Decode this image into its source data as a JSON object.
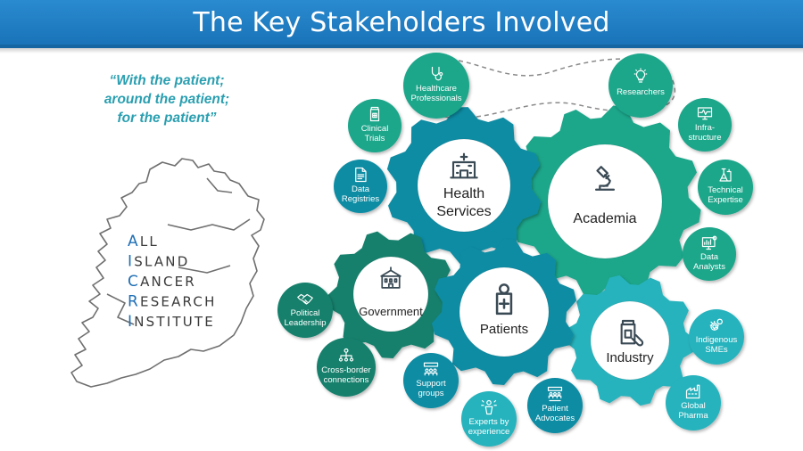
{
  "title": "The Key Stakeholders Involved",
  "quote": {
    "line1": "“With the patient;",
    "line2": "around the patient;",
    "line3": "for the patient”"
  },
  "logo": {
    "lines": [
      {
        "initial": "A",
        "rest": "LL"
      },
      {
        "initial": "I",
        "rest": "SLAND"
      },
      {
        "initial": "C",
        "rest": "ANCER"
      },
      {
        "initial": "R",
        "rest": "ESEARCH"
      },
      {
        "initial": "I",
        "rest": "NSTITUTE"
      }
    ]
  },
  "gears": {
    "health": {
      "line1": "Health",
      "line2": "Services",
      "icon": "hospital-icon"
    },
    "academia": {
      "label": "Academia",
      "icon": "microscope-icon"
    },
    "government": {
      "label": "Government",
      "icon": "government-building-icon"
    },
    "patients": {
      "label": "Patients",
      "icon": "patient-icon"
    },
    "industry": {
      "label": "Industry",
      "icon": "medicine-bottle-icon"
    }
  },
  "nodes": {
    "healthcare": {
      "line1": "Healthcare",
      "line2": "Professionals",
      "icon": "stethoscope-icon"
    },
    "researchers": {
      "line1": "Researchers",
      "icon": "lightbulb-icon"
    },
    "clinical": {
      "line1": "Clinical",
      "line2": "Trials",
      "icon": "pill-bottle-icon"
    },
    "registries": {
      "line1": "Data",
      "line2": "Registries",
      "icon": "document-icon"
    },
    "infra": {
      "line1": "Infra-",
      "line2": "structure",
      "icon": "monitor-icon"
    },
    "technical": {
      "line1": "Technical",
      "line2": "Expertise",
      "icon": "flask-icon"
    },
    "analysts": {
      "line1": "Data",
      "line2": "Analysts",
      "icon": "data-screen-icon"
    },
    "political": {
      "line1": "Political",
      "line2": "Leadership",
      "icon": "handshake-icon"
    },
    "crossborder": {
      "line1": "Cross-border",
      "line2": "connections",
      "icon": "network-icon"
    },
    "support": {
      "line1": "Support",
      "line2": "groups",
      "icon": "group-icon"
    },
    "experts": {
      "line1": "Experts by",
      "line2": "experience",
      "icon": "person-award-icon"
    },
    "advocates": {
      "line1": "Patient",
      "line2": "Advocates",
      "icon": "crowd-icon"
    },
    "smes": {
      "line1": "Indigenous",
      "line2": "SMEs",
      "icon": "cogs-icon"
    },
    "pharma": {
      "line1": "Global",
      "line2": "Pharma",
      "icon": "factory-icon"
    }
  },
  "colors": {
    "title_bar": "#1a73b8",
    "quote": "#2a9fb0",
    "logo_initial": "#1f6fb5",
    "dark_green": "#12806c",
    "green": "#1aa68a",
    "teal": "#0f8ca3",
    "light_teal": "#26b3bd"
  }
}
